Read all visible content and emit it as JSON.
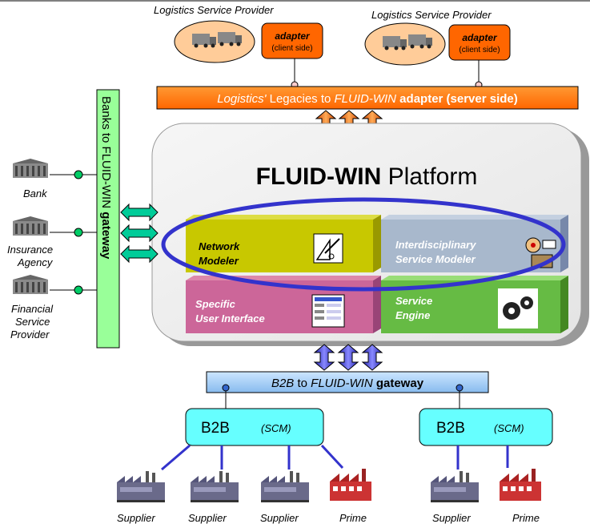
{
  "lsp": {
    "left": {
      "title": "Logistics Service Provider",
      "adapter": "adapter",
      "adapter_sub": "(client side)"
    },
    "right": {
      "title": "Logistics Service Provider",
      "adapter": "adapter",
      "adapter_sub": "(client side)"
    }
  },
  "logistics_bar": {
    "part1": "Logistics'",
    "part2": " Legacies to ",
    "part3": "FLUID-WIN",
    "part4": " adapter (server side)"
  },
  "banks_bar": {
    "part1": "Banks to FLUID-WIN ",
    "part2": "gateway"
  },
  "financial": [
    {
      "label": "Bank"
    },
    {
      "label": "Insurance Agency",
      "line1": "Insurance",
      "line2": "Agency"
    },
    {
      "label": "Financial Service Provider",
      "line1": "Financial",
      "line2": "Service",
      "line3": "Provider"
    }
  ],
  "platform": {
    "title_bold": "FLUID-WIN",
    "title_rest": " Platform",
    "modules": {
      "network_modeler": {
        "line1": "Network",
        "line2": "Modeler"
      },
      "interdisciplinary": {
        "line1": "Interdisciplinary",
        "line2": "Service Modeler"
      },
      "specific_ui": {
        "line1": "Specific",
        "line2": "User Interface"
      },
      "service_engine": {
        "line1": "Service",
        "line2": "Engine"
      }
    }
  },
  "b2b_bar": {
    "part1": "B2B",
    "part2": " to ",
    "part3": "FLUID-WIN",
    "part4": " gateway"
  },
  "b2b_boxes": [
    {
      "name": "B2B",
      "sub": "(SCM)"
    },
    {
      "name": "B2B",
      "sub": "(SCM)"
    }
  ],
  "factories": [
    {
      "label": "Supplier"
    },
    {
      "label": "Supplier"
    },
    {
      "label": "Supplier"
    },
    {
      "label": "Prime"
    },
    {
      "label": "Supplier"
    },
    {
      "label": "Prime"
    }
  ],
  "colors": {
    "orange": "#ff6600",
    "green_bar": "#99ff99",
    "platform_bg": "#eeeeee",
    "module_yellow": "#c8c800",
    "module_blue": "#a8b8cc",
    "module_pink": "#cc6699",
    "module_green": "#66bb44",
    "ellipse": "#3333cc",
    "cyan": "#66ffff",
    "gateway_blue": "#99ccff",
    "teal": "#00cc99"
  }
}
